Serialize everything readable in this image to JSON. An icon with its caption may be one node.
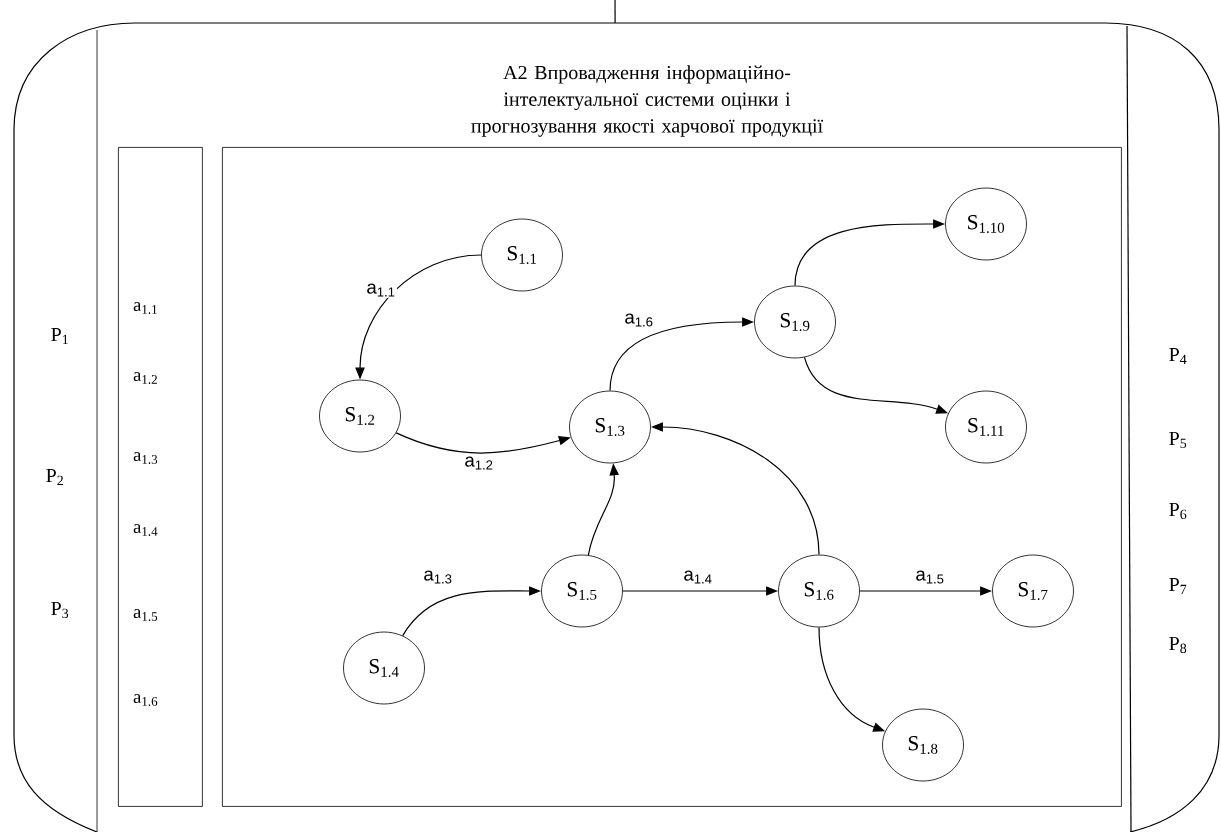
{
  "diagram": {
    "nodes": [
      {
        "text": [
          "A2 Впровадження інформаційно-інтелектуальної системи оцінки і прогнозування якості харчової продукції"
        ]
      },
      {
        "text": [
          "a$_{1.1}$",
          "a$_{1.2}$",
          "a$_{1.3}$",
          "a$_{1.4}$",
          "a$_{1.5}$",
          "a$_{1.6}$"
        ],
        "in": 0
      },
      {
        "text": [],
        "shape": "box",
        "in": 0
      },
      {
        "text": [
          "S$_{1.1}$"
        ],
        "in": 2
      },
      {
        "text": [
          "S$_{1.2}$"
        ],
        "in": 2
      },
      {
        "text": [
          "S$_{1.3}$"
        ],
        "in": 2
      },
      {
        "text": [
          "S$_{1.4}$"
        ],
        "in": 2
      },
      {
        "text": [
          "S$_{1.5}$"
        ],
        "in": 2
      },
      {
        "text": [
          "S$_{1.6}$"
        ],
        "in": 2
      },
      {
        "text": [
          "S$_{1.7}$"
        ],
        "in": 2
      },
      {
        "text": [
          "S$_{1.8}$"
        ],
        "in": 2
      },
      {
        "text": [
          "S$_{1.9}$"
        ],
        "in": 2
      },
      {
        "text": [
          "S$_{1.10}$"
        ],
        "in": 2
      },
      {
        "text": [
          "S$_{1.11}$"
        ],
        "in": 2
      }
    ],
    "edges": [
      {
        "from": 3,
        "to": 4,
        "arrow": "to",
        "label": "a$_{1.1}$"
      },
      {
        "from": 4,
        "to": 5,
        "arrow": "to",
        "label": "a$_{1.2}$"
      },
      {
        "from": 6,
        "to": 7,
        "arrow": "to",
        "label": "a$_{1.3}$"
      },
      {
        "from": 7,
        "to": 5,
        "arrow": "to"
      },
      {
        "from": 7,
        "to": 8,
        "arrow": "to",
        "label": "a$_{1.4}$"
      },
      {
        "from": 8,
        "to": 9,
        "arrow": "to",
        "label": "a$_{1.5}$"
      },
      {
        "from": 8,
        "to": 5,
        "arrow": "to"
      },
      {
        "from": 8,
        "to": 10,
        "arrow": "to"
      },
      {
        "from": 5,
        "to": 11,
        "arrow": "to",
        "label": "a$_{1.6}$"
      },
      {
        "from": 11,
        "to": 12,
        "arrow": "to"
      },
      {
        "from": 11,
        "to": 13,
        "arrow": "to"
      },
      {
        "from": null,
        "to": 0,
        "arrow": "none"
      }
    ],
    "labels": [
      "P$_{1}$",
      "P$_{2}$",
      "P$_{3}$",
      "P$_{4}$",
      "P$_{5}$",
      "P$_{6}$",
      "P$_{7}$",
      "P$_{8}$"
    ]
  }
}
